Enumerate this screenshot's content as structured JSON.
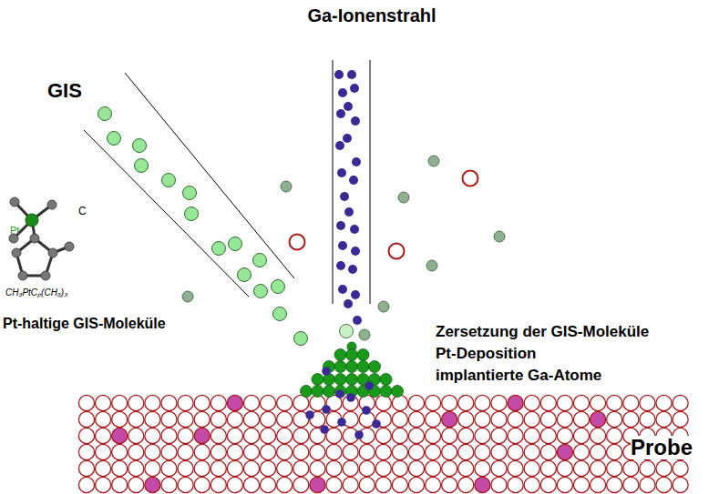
{
  "diagram": {
    "labels": [
      "Ga-Ionenstrahl",
      "GIS",
      "C",
      "Pt",
      "CH₃PtCₚ(CH₃)₃",
      "Pt-haltige GIS-Moleküle",
      "Zersetzung der GIS-Moleküle",
      "Pt-Deposition",
      "implantierte Ga-Atome",
      "Probe"
    ]
  }
}
